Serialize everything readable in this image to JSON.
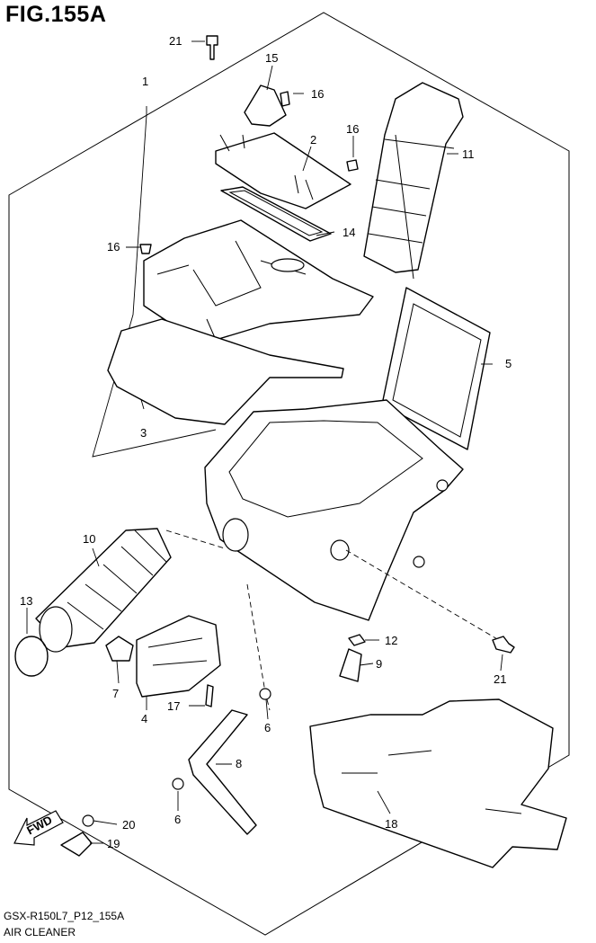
{
  "header": {
    "figure_title": "FIG.155A"
  },
  "footer": {
    "model_code": "GSX-R150L7_P12_155A",
    "section_name": "AIR CLEANER"
  },
  "fwd_badge": {
    "label": "FWD"
  },
  "callouts": {
    "p1": "1",
    "p2": "2",
    "p3": "3",
    "p4": "4",
    "p5": "5",
    "p6a": "6",
    "p6b": "6",
    "p7": "7",
    "p8": "8",
    "p9": "9",
    "p10": "10",
    "p11": "11",
    "p12": "12",
    "p13": "13",
    "p14": "14",
    "p15": "15",
    "p16a": "16",
    "p16b": "16",
    "p16c": "16",
    "p17": "17",
    "p18": "18",
    "p19": "19",
    "p20": "20",
    "p21a": "21",
    "p21b": "21"
  }
}
